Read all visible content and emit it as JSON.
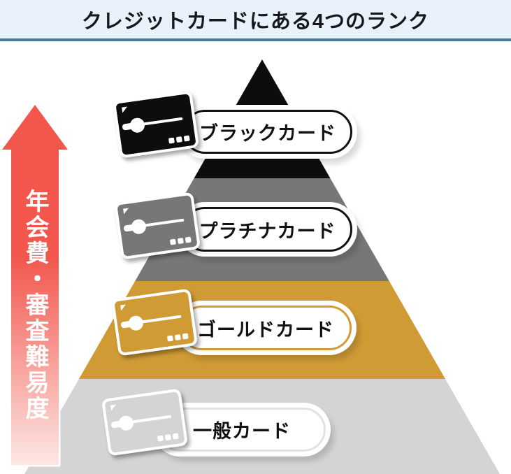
{
  "header": {
    "title": "クレジットカードにある4つのランク"
  },
  "axis_arrow": {
    "label": "年会費・審査難易度",
    "direction": "up"
  },
  "tiers": [
    {
      "rank": 1,
      "id": "black",
      "label": "ブラックカード",
      "color": "#0D0D0D",
      "pill_border": "#111111"
    },
    {
      "rank": 2,
      "id": "platinum",
      "label": "プラチナカード",
      "color": "#777777",
      "pill_border": "#111111"
    },
    {
      "rank": 3,
      "id": "gold",
      "label": "ゴールドカード",
      "color": "#D09B35",
      "pill_border": "#D09B35"
    },
    {
      "rank": 4,
      "id": "standard",
      "label": "一般カード",
      "color": "#D4D4D4",
      "pill_border": "#E2E2E2"
    }
  ],
  "colors": {
    "header_bg": "#E9F2FA",
    "header_underline": "#47779F",
    "title_text": "#16181D",
    "arrow_top": "#F2564D",
    "arrow_bottom": "#FDE7E4",
    "arrow_text": "#FFFFFF",
    "pill_bg": "#FFFFFF",
    "pill_text": "#111111"
  }
}
